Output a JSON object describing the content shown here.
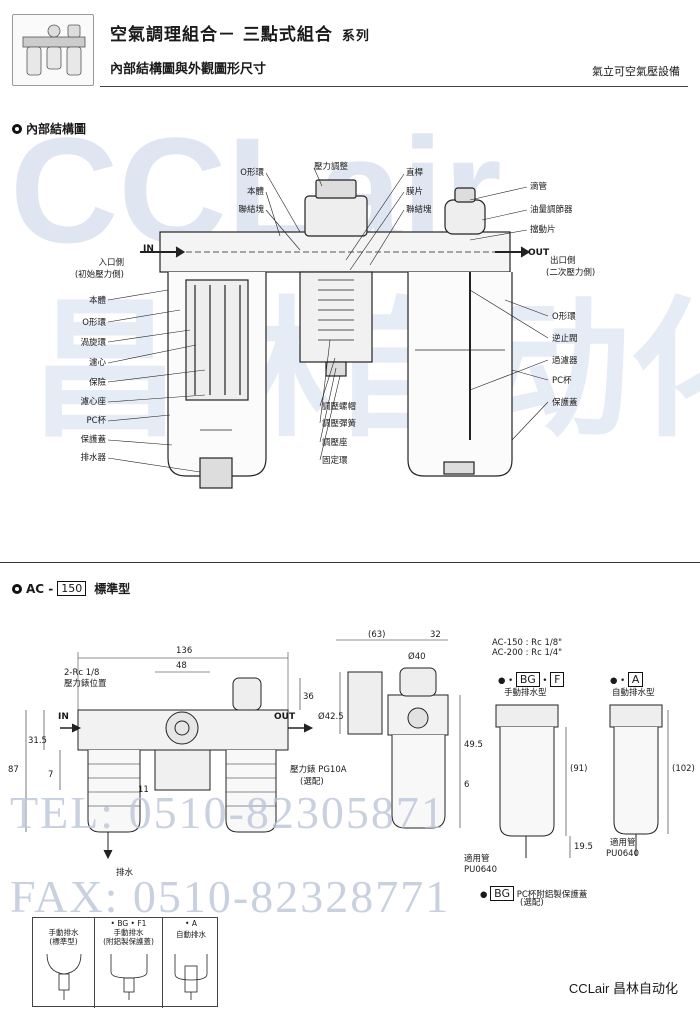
{
  "header": {
    "title": "空氣調理組合－ 三點式組合",
    "series": "系列",
    "subtitle": "內部結構圖與外觀圖形尺寸",
    "company": "氣立可空氣壓設備"
  },
  "watermark": {
    "brand_latin": "CCLair",
    "brand_cn": "昌林自动化",
    "tel": "TEL: 0510-82305871",
    "fax": "FAX: 0510-82328771"
  },
  "section1": {
    "title": "內部結構圖"
  },
  "structure_labels": {
    "top_left": [
      "O形環",
      "本體",
      "聯結塊"
    ],
    "top_center": [
      "壓力調整",
      "直桿",
      "膜片",
      "聯結塊"
    ],
    "top_right": [
      "滴管",
      "油量調節器",
      "擋動片"
    ],
    "inlet": "入口側",
    "inlet_sub": "(初始壓力側)",
    "in": "IN",
    "out": "OUT",
    "outlet": "出口側",
    "outlet_sub": "(二次壓力側)",
    "left": [
      "本體",
      "O形環",
      "渦旋環",
      "濾心",
      "保險",
      "濾心座",
      "PC杯",
      "保護蓋",
      "排水器"
    ],
    "center_bottom": [
      "調壓螺帽",
      "調壓彈簧",
      "調壓座",
      "固定環"
    ],
    "right": [
      "O形環",
      "逆止閥",
      "過濾器",
      "PC杯",
      "保護蓋"
    ]
  },
  "section2": {
    "prefix": "AC -",
    "model": "150",
    "title": "標準型"
  },
  "dimensions": {
    "width": "136",
    "mid": "48",
    "port_label": "2-Rc 1/8",
    "port_pos": "壓力錶位置",
    "d36": "36",
    "h315": "31.5",
    "h87": "87",
    "h7": "7",
    "d11": "11",
    "in": "IN",
    "out": "OUT",
    "drain": "排水",
    "d63": "(63)",
    "d32": "32",
    "d40": "Ø40",
    "d42": "Ø42.5",
    "d495": "49.5",
    "d6": "6",
    "ac150": "AC-150 : Rc 1/8\"",
    "ac200": "AC-200 : Rc 1/4\"",
    "gauge": "壓力錶 PG10A",
    "gauge_opt": "(選配)",
    "manual_code_bg": "BG",
    "manual_code_f": "F",
    "manual_type": "手動排水型",
    "auto_code": "A",
    "auto_type": "自動排水型",
    "d91": "(91)",
    "d102": "(102)",
    "d195": "19.5",
    "tube_label": "適用管",
    "tube_code": "PU0640",
    "tube_label2": "適用管",
    "tube_code2": "PU0640",
    "bg_code": "BG",
    "bg_desc": "PC杯附鋁製保護蓋",
    "bg_opt": "(選配)"
  },
  "legend": {
    "col1_code": "",
    "col1_title": "手動排水",
    "col1_sub": "(標準型)",
    "col2_code": "• BG • F1",
    "col2_title": "手動排水",
    "col2_sub": "(附鋁製保護蓋)",
    "col3_code": "• A",
    "col3_title": "自動排水"
  },
  "footer": {
    "brand": "CCLair 昌林自动化"
  },
  "colors": {
    "line": "#222222",
    "watermark": "#c9d4e6",
    "wm_text": "#b9c3d6"
  }
}
